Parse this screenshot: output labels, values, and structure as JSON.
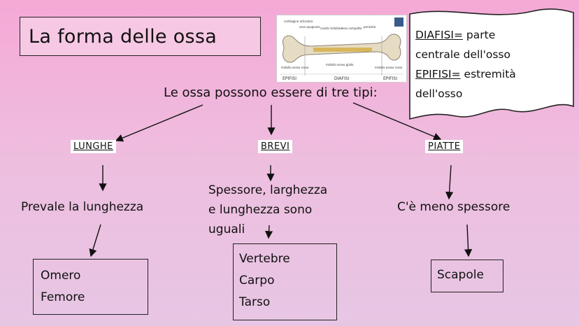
{
  "title": "La forma delle ossa",
  "question": "Le ossa possono essere di tre tipi:",
  "categories": {
    "long": {
      "label": "LUNGHE",
      "description": "Prevale la lunghezza",
      "examples": [
        "Omero",
        "Femore"
      ]
    },
    "short": {
      "label": "BREVI",
      "description_lines": [
        "Spessore, larghezza",
        "e lunghezza sono",
        "uguali"
      ],
      "examples": [
        "Vertebre",
        "Carpo",
        "Tarso"
      ]
    },
    "flat": {
      "label": "PIATTE",
      "description": "C'è meno spessore",
      "examples": [
        "Scapole"
      ]
    }
  },
  "definitions": {
    "diafisi_term": "DIAFISI=",
    "diafisi_def_1": " parte",
    "diafisi_def_2": "centrale dell'osso",
    "epifisi_term": "EPIFISI=",
    "epifisi_def_1": " estremità",
    "epifisi_def_2": "dell'osso"
  },
  "bone_image": {
    "labels": [
      "cartilagine articolare",
      "osso spugnoso",
      "cavità midollare",
      "osso compatto",
      "periostio",
      "midollo osseo rosso",
      "midollo osseo giallo",
      "midollo osseo rosso"
    ],
    "sections": [
      "EPIFISI",
      "DIAFISI",
      "EPIFISI"
    ]
  },
  "colors": {
    "background": "#f5a9d6",
    "title_box": "#f7c8e4",
    "label_bg": "#ffffff"
  }
}
